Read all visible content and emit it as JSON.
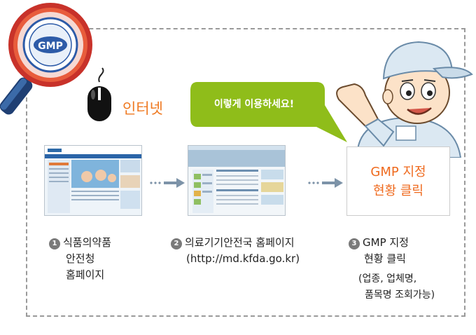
{
  "badge": {
    "logo_text": "GMP"
  },
  "internet_label": "인터넷",
  "bubble_text": "이렇게 이용하세요!",
  "highlight_box": {
    "line1": "GMP 지정",
    "line2": "현황 클릭"
  },
  "steps": [
    {
      "number": "1",
      "lines": [
        "식품의약품",
        "안전청",
        "홈페이지"
      ]
    },
    {
      "number": "2",
      "title": "의료기기안전국 홈페이지",
      "url": "(http://md.kfda.go.kr)"
    },
    {
      "number": "3",
      "lines": [
        "GMP 지정",
        "현황 클릭"
      ],
      "note_lines": [
        "(업종, 업체명,",
        "품목명 조회가능)"
      ]
    }
  ],
  "colors": {
    "accent_orange": "#ef6a1e",
    "bubble_green": "#8fbd1a",
    "magnifier_red": "#c8322a",
    "frame_gray": "#9a9a9a"
  }
}
